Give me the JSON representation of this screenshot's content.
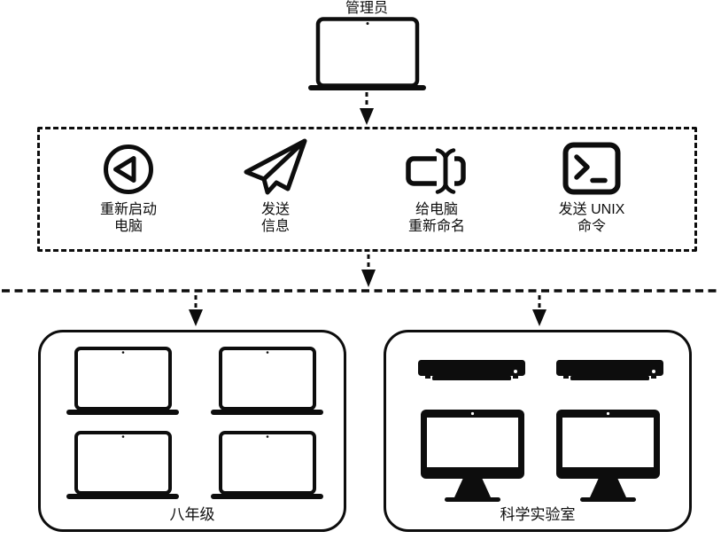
{
  "colors": {
    "ink": "#0d0d0d",
    "background": "#ffffff"
  },
  "admin": {
    "label": "管理员",
    "icon": "laptop-icon"
  },
  "actions_panel": {
    "items": [
      {
        "icon": "restart-icon",
        "label_line1": "重新启动",
        "label_line2": "电脑"
      },
      {
        "icon": "paper-plane-icon",
        "label_line1": "发送",
        "label_line2": "信息"
      },
      {
        "icon": "rename-icon",
        "label_line1": "给电脑",
        "label_line2": "重新命名"
      },
      {
        "icon": "terminal-icon",
        "label_line1": "发送 UNIX",
        "label_line2": "命令"
      }
    ]
  },
  "groups": [
    {
      "label": "八年级",
      "device_icons": [
        "laptop-icon",
        "laptop-icon",
        "laptop-icon",
        "laptop-icon"
      ]
    },
    {
      "label": "科学实验室",
      "device_icons": [
        "mac-mini-icon",
        "mac-mini-icon",
        "desktop-monitor-icon",
        "desktop-monitor-icon"
      ]
    }
  ]
}
